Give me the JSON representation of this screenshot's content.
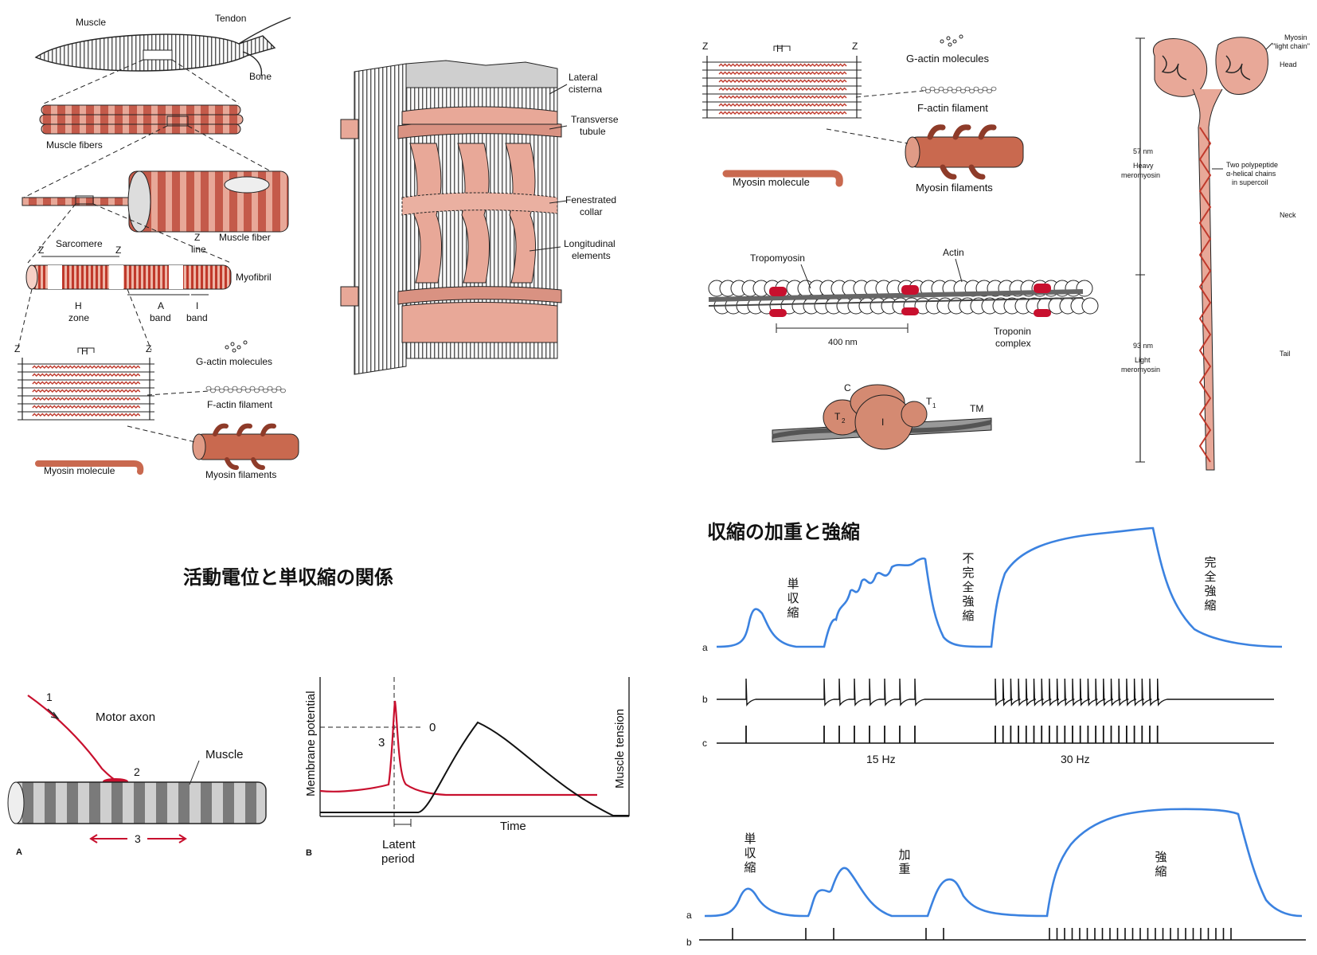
{
  "colors": {
    "muscle_pink": "#e8a898",
    "muscle_red": "#c0392b",
    "trace_blue": "#3b82e0",
    "potential_red": "#c8102e",
    "outline": "#222222"
  },
  "panel_muscle": {
    "labels": {
      "muscle": "Muscle",
      "tendon": "Tendon",
      "bone": "Bone",
      "muscle_fibers": "Muscle fibers",
      "muscle_fiber": "Muscle fiber",
      "sarcomere": "Sarcomere",
      "z": "Z",
      "z_line": "line",
      "myofibril": "Myofibril",
      "h": "H",
      "zone": "zone",
      "a": "A",
      "band": "band",
      "i": "I",
      "band2": "band",
      "g_actin": "G-actin molecules",
      "f_actin": "F-actin filament",
      "myosin_filaments": "Myosin filaments",
      "myosin_molecule": "Myosin molecule"
    }
  },
  "panel_sr": {
    "labels": {
      "lateral": "Lateral",
      "cisterna": "cisterna",
      "transverse": "Transverse",
      "tubule": "tubule",
      "fenestrated": "Fenestrated",
      "collar": "collar",
      "longitudinal": "Longitudinal",
      "elements": "elements"
    }
  },
  "panel_filaments": {
    "labels": {
      "z": "Z",
      "h": "H",
      "g_actin": "G-actin molecules",
      "f_actin": "F-actin filament",
      "myosin_molecule": "Myosin molecule",
      "myosin_filaments": "Myosin filaments"
    }
  },
  "panel_thin": {
    "labels": {
      "tropomyosin": "Tropomyosin",
      "actin": "Actin",
      "nm400": "400 nm",
      "troponin": "Troponin",
      "complex": "complex",
      "c": "C",
      "t2": "T",
      "t2sub": "2",
      "i": "I",
      "t1": "T",
      "t1sub": "1",
      "tm": "TM"
    }
  },
  "panel_myosin": {
    "labels": {
      "light_chain_a": "Myosin",
      "light_chain_b": "\"light chain\"",
      "head": "Head",
      "nm57": "57 nm",
      "heavy": "Heavy",
      "meromyosin": "meromyosin",
      "two_poly": "Two polypeptide",
      "helical": "α-helical chains",
      "supercoil": "in supercoil",
      "neck": "Neck",
      "nm93": "93 nm",
      "light": "Light",
      "meromyosin2": "meromyosin",
      "tail": "Tail"
    }
  },
  "panel_twitch": {
    "title": "活動電位と単収縮の関係",
    "labels": {
      "n1": "1",
      "motor_axon": "Motor axon",
      "n2": "2",
      "muscle": "Muscle",
      "n3": "3",
      "a": "A",
      "b": "B",
      "membrane_potential": "Membrane potential",
      "muscle_tension": "Muscle tension",
      "zero": "0",
      "three": "3",
      "time": "Time",
      "latent": "Latent",
      "period": "period"
    }
  },
  "panel_summation": {
    "title": "収縮の加重と強縮",
    "top": {
      "a": "a",
      "b": "b",
      "c": "c",
      "twitch": [
        "単",
        "収",
        "縮"
      ],
      "incomplete": [
        "不",
        "完",
        "全",
        "強",
        "縮"
      ],
      "complete": [
        "完",
        "全",
        "強",
        "縮"
      ],
      "hz15": "15 Hz",
      "hz30": "30 Hz"
    },
    "bottom": {
      "a": "a",
      "b": "b",
      "twitch": [
        "単",
        "収",
        "縮"
      ],
      "summation": [
        "加",
        "重"
      ],
      "tetanus": [
        "強",
        "縮"
      ]
    }
  }
}
